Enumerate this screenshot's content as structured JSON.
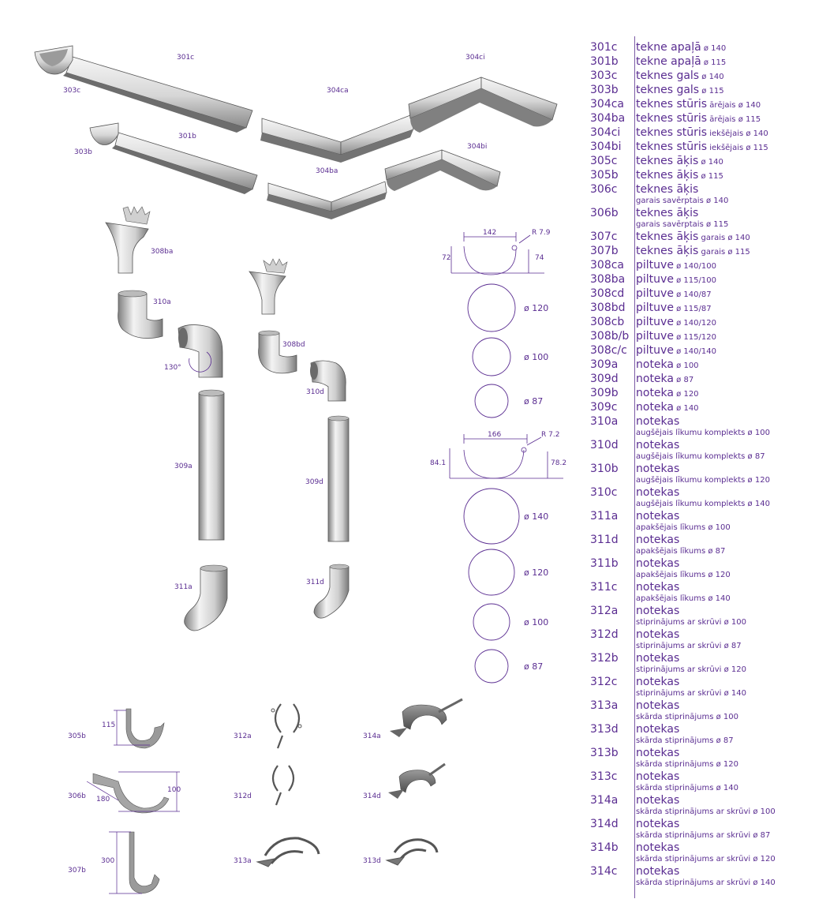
{
  "part_labels": {
    "l301c": "301c",
    "l303c": "303c",
    "l304ci": "304ci",
    "l304ca": "304ca",
    "l301b": "301b",
    "l303b": "303b",
    "l304bi": "304bi",
    "l304ba": "304ba",
    "l308ba": "308ba",
    "l310a": "310a",
    "l308bd": "308bd",
    "l310d": "310d",
    "l309a": "309a",
    "l309d": "309d",
    "l311a": "311a",
    "l311d": "311d",
    "l305b": "305b",
    "l306b": "306b",
    "l307b": "307b",
    "l312a": "312a",
    "l312d": "312d",
    "l313a": "313a",
    "l314a": "314a",
    "l314d": "314d",
    "l313d": "313d"
  },
  "dimensions": {
    "angle": "130°",
    "d142": "142",
    "r79": "R 7.9",
    "d72": "72",
    "d74": "74",
    "d166": "166",
    "r72": "R 7.2",
    "d841": "84.1",
    "d782": "78.2",
    "d115": "115",
    "d100": "100",
    "d180": "180",
    "d300": "300"
  },
  "circle_labels": {
    "c1": "ø 120",
    "c2": "ø 100",
    "c3": "ø 87",
    "c4": "ø 140",
    "c5": "ø 120",
    "c6": "ø 100",
    "c7": "ø 87"
  },
  "legend": [
    {
      "code": "301c",
      "main": "tekne apaļā",
      "small": "ø 140"
    },
    {
      "code": "301b",
      "main": "tekne apaļā",
      "small": "ø 115"
    },
    {
      "code": "303c",
      "main": "teknes gals",
      "small": "ø 140"
    },
    {
      "code": "303b",
      "main": "teknes gals",
      "small": "ø 115"
    },
    {
      "code": "304ca",
      "main": "teknes stūris",
      "small": "ārējais ø 140"
    },
    {
      "code": "304ba",
      "main": "teknes stūris",
      "small": "ārējais ø 115"
    },
    {
      "code": "304ci",
      "main": "teknes stūris",
      "small": "iekšējais ø 140"
    },
    {
      "code": "304bi",
      "main": "teknes stūris",
      "small": "iekšējais ø 115"
    },
    {
      "code": "305c",
      "main": "teknes āķis",
      "small": "ø 140"
    },
    {
      "code": "305b",
      "main": "teknes āķis",
      "small": "ø 115"
    },
    {
      "code": "306c",
      "main": "teknes āķis",
      "sub": "garais savērptais ø 140"
    },
    {
      "code": "306b",
      "main": "teknes āķis",
      "sub": "garais savērptais ø 115"
    },
    {
      "code": "307c",
      "main": "teknes āķis",
      "small": "garais ø 140"
    },
    {
      "code": "307b",
      "main": "teknes āķis",
      "small": "garais ø 115"
    },
    {
      "code": "308ca",
      "main": "piltuve",
      "small": "ø 140/100"
    },
    {
      "code": "308ba",
      "main": "piltuve",
      "small": "ø 115/100"
    },
    {
      "code": "308cd",
      "main": "piltuve",
      "small": "ø 140/87"
    },
    {
      "code": "308bd",
      "main": "piltuve",
      "small": "ø 115/87"
    },
    {
      "code": "308cb",
      "main": "piltuve",
      "small": "ø 140/120"
    },
    {
      "code": "308b/b",
      "main": "piltuve",
      "small": "ø 115/120"
    },
    {
      "code": "308c/c",
      "main": "piltuve",
      "small": "ø 140/140"
    },
    {
      "code": "309a",
      "main": "noteka",
      "small": "ø 100"
    },
    {
      "code": "309d",
      "main": "noteka",
      "small": "ø 87"
    },
    {
      "code": "309b",
      "main": "noteka",
      "small": "ø 120"
    },
    {
      "code": "309c",
      "main": "noteka",
      "small": "ø 140"
    },
    {
      "code": "310a",
      "main": "notekas",
      "sub": "augšējais līkumu komplekts ø 100"
    },
    {
      "code": "310d",
      "main": "notekas",
      "sub": "augšējais līkumu komplekts ø 87"
    },
    {
      "code": "310b",
      "main": "notekas",
      "sub": "augšējais līkumu komplekts ø 120"
    },
    {
      "code": "310c",
      "main": "notekas",
      "sub": "augšējais līkumu komplekts ø 140"
    },
    {
      "code": "311a",
      "main": "notekas",
      "sub": "apakšējais līkums ø 100"
    },
    {
      "code": "311d",
      "main": "notekas",
      "sub": "apakšējais līkums ø 87"
    },
    {
      "code": "311b",
      "main": "notekas",
      "sub": "apakšējais līkums ø 120"
    },
    {
      "code": "311c",
      "main": "notekas",
      "sub": "apakšējais līkums ø 140"
    },
    {
      "code": "312a",
      "main": "notekas",
      "sub": "stiprinājums ar skrūvi ø 100"
    },
    {
      "code": "312d",
      "main": "notekas",
      "sub": "stiprinājums ar skrūvi ø 87"
    },
    {
      "code": "312b",
      "main": "notekas",
      "sub": "stiprinājums ar skrūvi ø 120"
    },
    {
      "code": "312c",
      "main": "notekas",
      "sub": "stiprinājums ar skrūvi ø 140"
    },
    {
      "code": "313a",
      "main": "notekas",
      "sub": "skārda stiprinājums ø 100"
    },
    {
      "code": "313d",
      "main": "notekas",
      "sub": "skārda stiprinājums ø 87"
    },
    {
      "code": "313b",
      "main": "notekas",
      "sub": "skārda stiprinājums ø 120"
    },
    {
      "code": "313c",
      "main": "notekas",
      "sub": "skārda stiprinājums ø 140"
    },
    {
      "code": "314a",
      "main": "notekas",
      "sub": "skārda stiprinājums ar skrūvi ø 100"
    },
    {
      "code": "314d",
      "main": "notekas",
      "sub": "skārda stiprinājums ar skrūvi ø 87"
    },
    {
      "code": "314b",
      "main": "notekas",
      "sub": "skārda stiprinājums ar skrūvi ø 120"
    },
    {
      "code": "314c",
      "main": "notekas",
      "sub": "skārda stiprinājums ar skrūvi ø 140"
    }
  ],
  "colors": {
    "text": "#5a2d91",
    "metal_light": "#f2f2f2",
    "metal_dark": "#8c8c8c"
  }
}
